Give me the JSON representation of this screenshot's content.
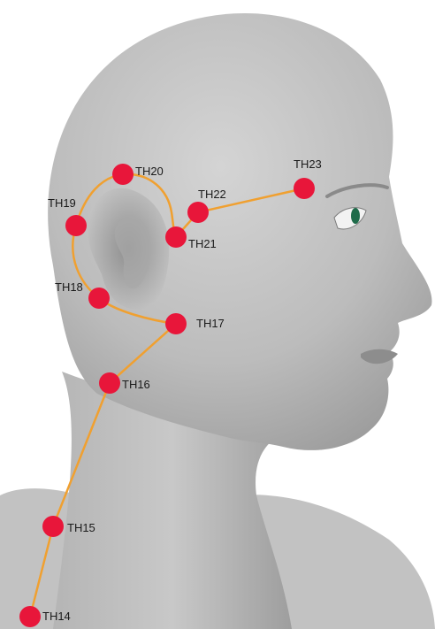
{
  "colors": {
    "point": "#e8163a",
    "path": "#f0a030",
    "skin": "#bdbdbd",
    "eye": "#1f6b4a"
  },
  "points": [
    {
      "id": "TH14",
      "label": "TH14"
    },
    {
      "id": "TH15",
      "label": "TH15"
    },
    {
      "id": "TH16",
      "label": "TH16"
    },
    {
      "id": "TH17",
      "label": "TH17"
    },
    {
      "id": "TH18",
      "label": "TH18"
    },
    {
      "id": "TH19",
      "label": "TH19"
    },
    {
      "id": "TH20",
      "label": "TH20"
    },
    {
      "id": "TH21",
      "label": "TH21"
    },
    {
      "id": "TH22",
      "label": "TH22"
    },
    {
      "id": "TH23",
      "label": "TH23"
    }
  ]
}
